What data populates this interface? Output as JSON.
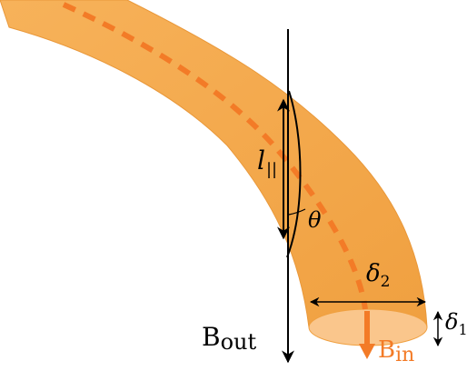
{
  "labels": {
    "l_parallel": {
      "main": "l",
      "sub": "||"
    },
    "theta": "θ",
    "delta2": {
      "main": "δ",
      "sub": "2"
    },
    "delta1": {
      "main": "δ",
      "sub": "1"
    },
    "b_out": {
      "main": "B",
      "sub": "out"
    },
    "b_in": {
      "main": "B",
      "sub": "in"
    }
  },
  "colors": {
    "tube_fill": "#f5a84a",
    "tube_edge": "#e9983a",
    "tube_cap": "#fac68c",
    "dashed_axis": "#f37b27",
    "b_in_arrow": "#f37b27",
    "b_in_text": "#f37b27",
    "lines": "#000000"
  }
}
